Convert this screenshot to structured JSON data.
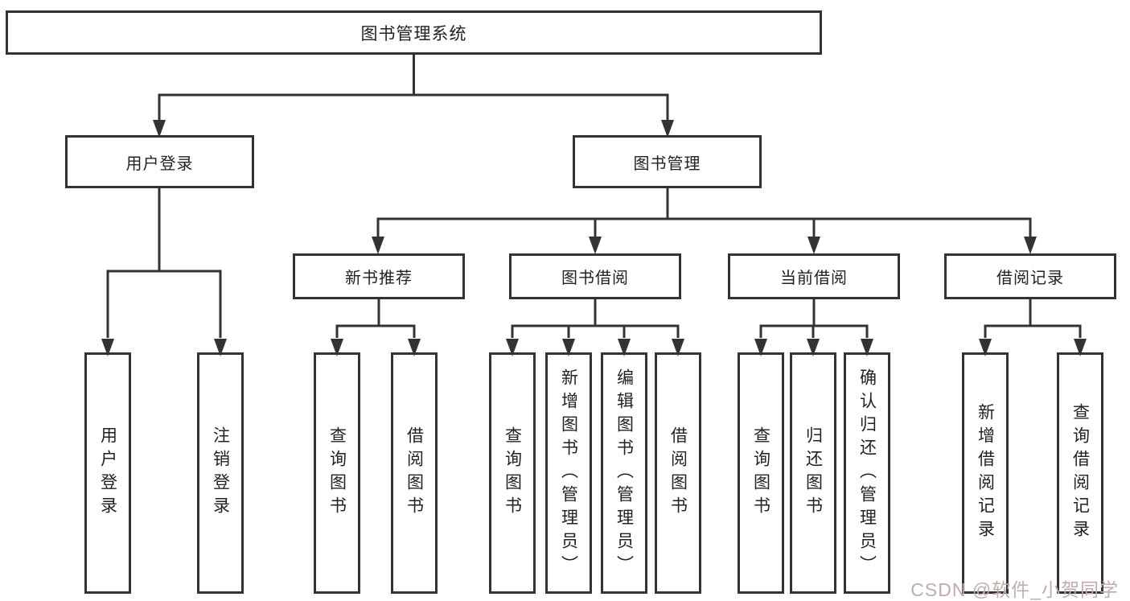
{
  "tree": {
    "root": {
      "label": "图书管理系统"
    },
    "branches": [
      {
        "label": "用户登录",
        "children": [
          {
            "label": "用户登录"
          },
          {
            "label": "注销登录"
          }
        ]
      },
      {
        "label": "图书管理",
        "children": [
          {
            "label": "新书推荐",
            "children": [
              {
                "label": "查询图书"
              },
              {
                "label": "借阅图书"
              }
            ]
          },
          {
            "label": "图书借阅",
            "children": [
              {
                "label": "查询图书"
              },
              {
                "label": "新增图书（管理员）"
              },
              {
                "label": "编辑图书（管理员）"
              },
              {
                "label": "借阅图书"
              }
            ]
          },
          {
            "label": "当前借阅",
            "children": [
              {
                "label": "查询图书"
              },
              {
                "label": "归还图书"
              },
              {
                "label": "确认归还（管理员）"
              }
            ]
          },
          {
            "label": "借阅记录",
            "children": [
              {
                "label": "新增借阅记录"
              },
              {
                "label": "查询借阅记录"
              }
            ]
          }
        ]
      }
    ]
  },
  "watermark": {
    "text": "CSDN @软件_小贺同学"
  },
  "colors": {
    "line": "#333333",
    "text": "#222222",
    "box_bg": "#ffffff",
    "watermark": "#c2abab"
  }
}
